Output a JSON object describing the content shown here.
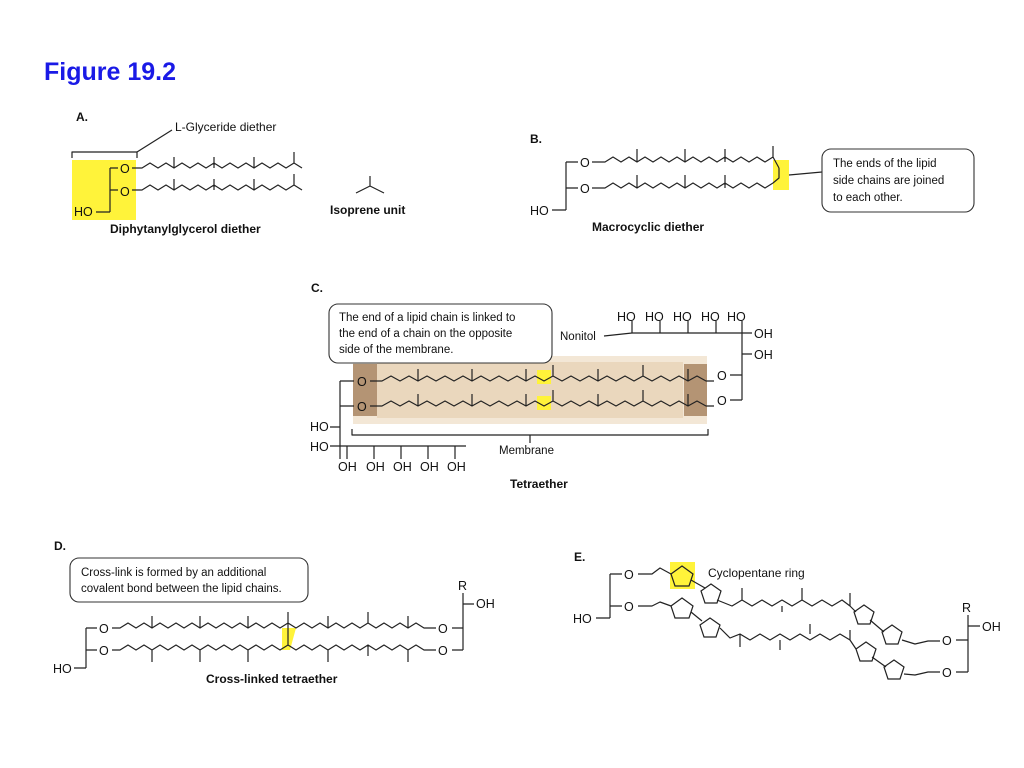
{
  "figure": {
    "title": "Figure 19.2"
  },
  "panelA": {
    "label": "A.",
    "bracket_label": "L-Glyceride diether",
    "ho": "HO",
    "o1": "O",
    "o2": "O",
    "caption": "Diphytanylglycerol diether",
    "isoprene_caption": "Isoprene unit"
  },
  "panelB": {
    "label": "B.",
    "ho": "HO",
    "o1": "O",
    "o2": "O",
    "caption": "Macrocyclic diether",
    "callout": [
      "The ends of the lipid",
      "side chains are joined",
      "to each other."
    ]
  },
  "panelC": {
    "label": "C.",
    "callout": [
      "The end of a lipid chain is linked to",
      "the end of a chain on the opposite",
      "side of the membrane."
    ],
    "nonitol": "Nonitol",
    "top_oh": [
      "HO",
      "HO",
      "HO",
      "HO",
      "HO"
    ],
    "right_oh1": "OH",
    "right_oh2": "OH",
    "left_ho1": "HO",
    "left_ho2": "HO",
    "bottom_oh": [
      "OH",
      "OH",
      "OH",
      "OH",
      "OH"
    ],
    "o_left1": "O",
    "o_left2": "O",
    "o_right1": "O",
    "o_right2": "O",
    "membrane": "Membrane",
    "caption": "Tetraether"
  },
  "panelD": {
    "label": "D.",
    "callout": [
      "Cross-link is formed by an additional",
      "covalent bond between the lipid chains."
    ],
    "r": "R",
    "oh": "OH",
    "ho": "HO",
    "o_left1": "O",
    "o_left2": "O",
    "o_right1": "O",
    "o_right2": "O",
    "caption": "Cross-linked tetraether"
  },
  "panelE": {
    "label": "E.",
    "ring_label": "Cyclopentane ring",
    "ho": "HO",
    "r": "R",
    "oh": "OH",
    "o_left1": "O",
    "o_left2": "O",
    "o_right1": "O",
    "o_right2": "O"
  }
}
